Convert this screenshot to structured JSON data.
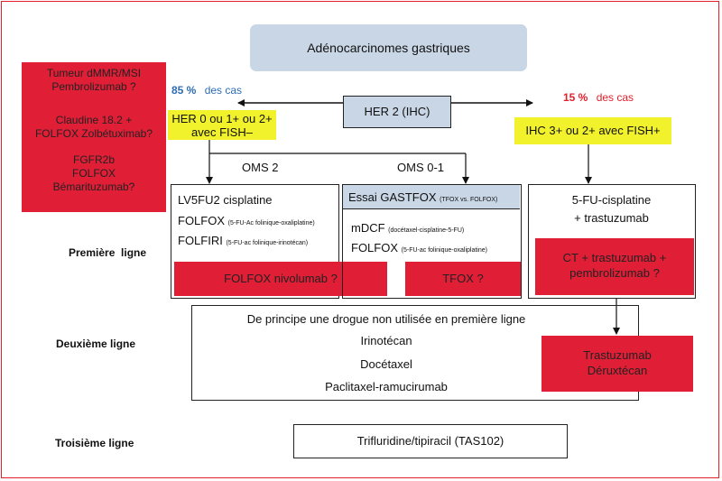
{
  "title": "Adénocarcinomes gastriques",
  "her2": "HER 2 (IHC)",
  "left_pct": {
    "value": "85 %",
    "suffix": "des cas"
  },
  "right_pct": {
    "value": "15 %",
    "suffix": "des cas"
  },
  "left_criteria": [
    "HER 0 ou 1+ ou 2+",
    "avec FISH–"
  ],
  "right_criteria": "IHC 3+ ou 2+ avec FISH+",
  "red_box_left": {
    "block1": [
      "Tumeur dMMR/MSI",
      "Pembrolizumab ?"
    ],
    "block2": [
      "Claudine 18.2 +",
      "FOLFOX Zolbétuximab?"
    ],
    "block3": [
      "FGFR2b",
      "FOLFOX",
      "Bémarituzumab?"
    ]
  },
  "oms2": "OMS 2",
  "oms01": "OMS 0-1",
  "first_line_label": "Première  ligne",
  "second_line_label": "Deuxième ligne",
  "third_line_label": "Troisième ligne",
  "box_oms2": {
    "line1": "LV5FU2 cisplatine",
    "l2_main": "FOLFOX",
    "l2_small": "(5-FU-Ac folinique-oxaliplatine)",
    "l3_main": "FOLFIRI",
    "l3_small": "(5-FU-ac folinique-irinotécan)",
    "red": "FOLFOX nivolumab ?"
  },
  "box_oms01": {
    "header_main": "Essai GASTFOX",
    "header_small": "(TFOX vs. FOLFOX)",
    "l1_main": "mDCF",
    "l1_small": "(docétaxel-cisplatine-5-FU)",
    "l2_main": "FOLFOX",
    "l2_small": "(5-FU-ac folinique-oxaliplatine)",
    "red": "TFOX ?"
  },
  "box_her2pos": {
    "line1": "5-FU-cisplatine",
    "line2": "+ trastuzumab",
    "red": [
      "CT + trastuzumab +",
      "pembrolizumab ?"
    ]
  },
  "second_line": {
    "line1": "De principe une drogue non utilisée en première ligne",
    "line2": "Irinotécan",
    "line3": "Docétaxel",
    "line4": "Paclitaxel-ramucirumab",
    "red": [
      "Trastuzumab",
      "Déruxtécan"
    ]
  },
  "third_line_box": "Trifluridine/tipiracil (TAS102)",
  "colors": {
    "red": "#e01e36",
    "yellow": "#f2f22c",
    "blue_header": "#c9d6e6",
    "blue_pct": "#2e6db4",
    "red_pct": "#e41e2b"
  }
}
